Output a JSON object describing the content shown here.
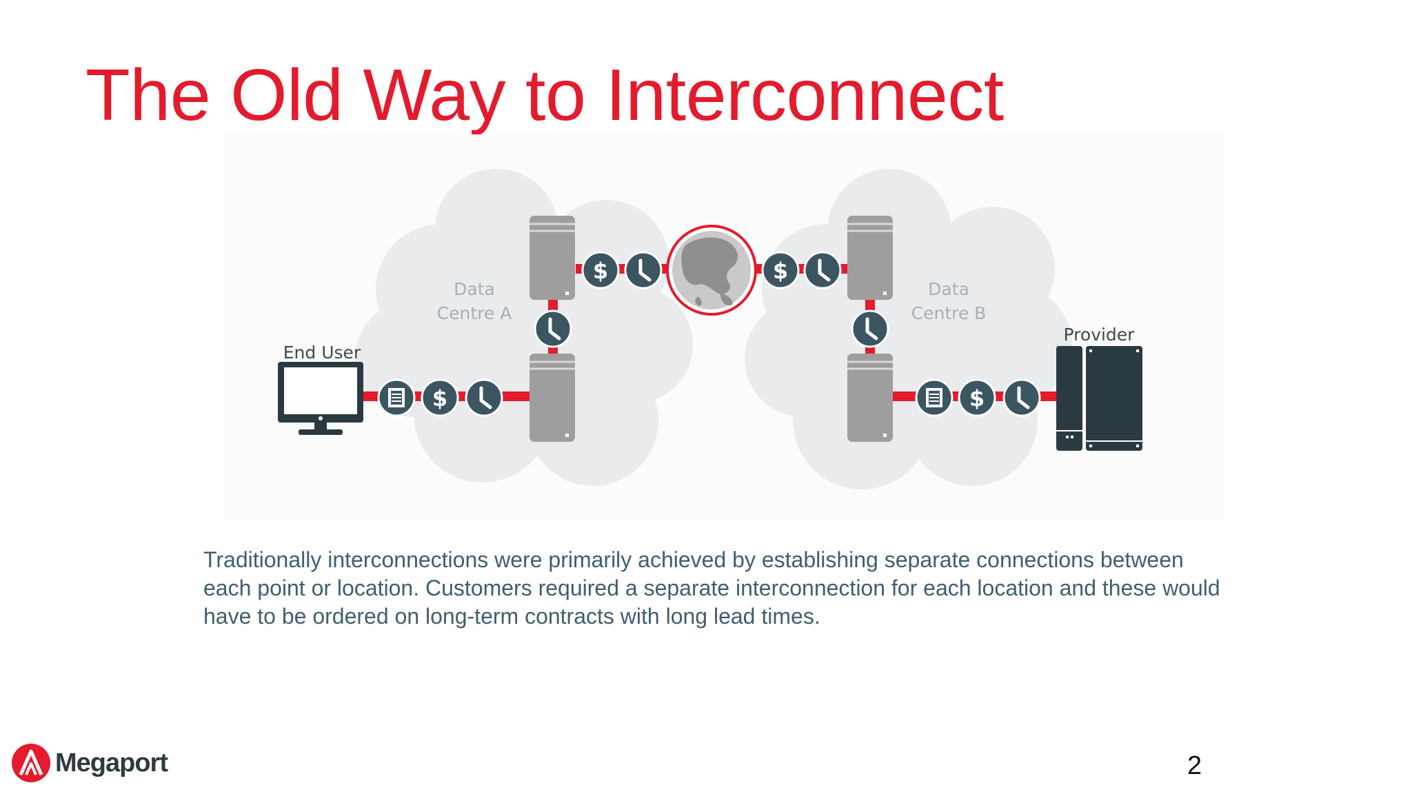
{
  "slide": {
    "title": "The Old Way to Interconnect",
    "description": "Traditionally interconnections were primarily achieved by establishing separate connections between each point or location. Customers required a separate interconnection for each location and these would have to be ordered on long-term contracts with long lead times.",
    "page_number": "2"
  },
  "diagram": {
    "labels": {
      "end_user": "End User",
      "provider": "Provider",
      "data_centre_a_line1": "Data",
      "data_centre_a_line2": "Centre A",
      "data_centre_b_line1": "Data",
      "data_centre_b_line2": "Centre B"
    },
    "icons": {
      "dollar": "$"
    },
    "colors": {
      "accent_red": "#e31b2c",
      "node_teal": "#3b5561",
      "server_grey": "#9e9e9e",
      "cloud_grey": "#e9ebed",
      "dark_device": "#2b3a40"
    }
  },
  "brand": {
    "logo_text": "Megaport"
  }
}
